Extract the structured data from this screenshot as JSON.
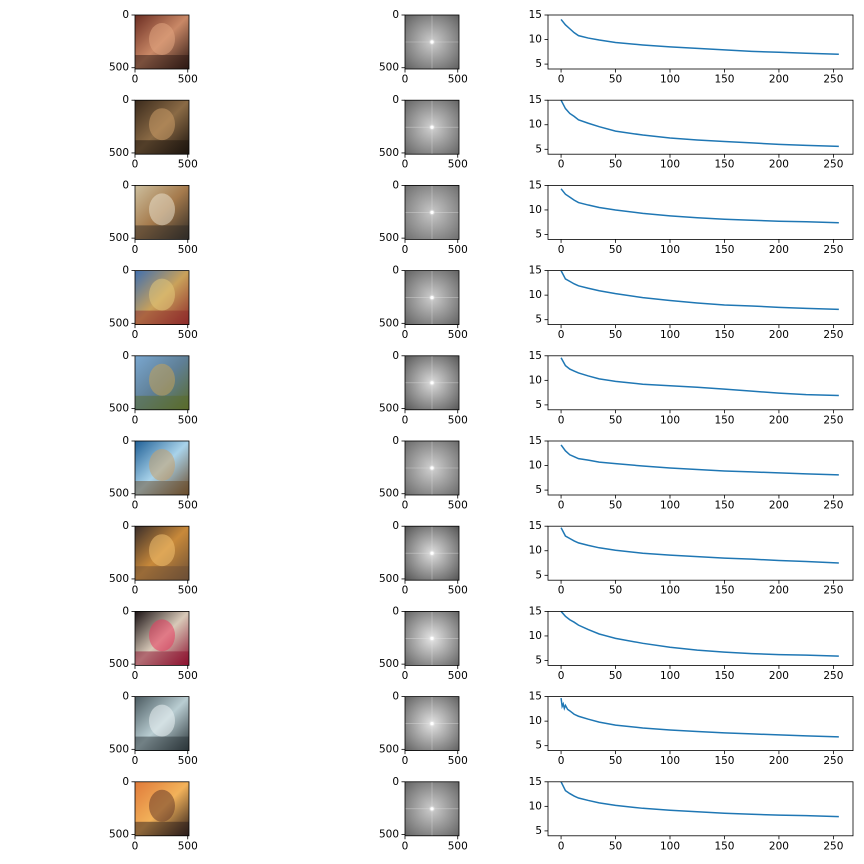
{
  "chart_data": {
    "type": "grid of image panels and line plots",
    "rows": 10,
    "image_panel": {
      "xticks": [
        "0",
        "500"
      ],
      "yticks": [
        "0",
        "500"
      ],
      "xlim": [
        0,
        512
      ],
      "ylim": [
        512,
        0
      ]
    },
    "spectrum_panel": {
      "xticks": [
        "0",
        "500"
      ],
      "yticks": [
        "0",
        "500"
      ],
      "xlim": [
        0,
        512
      ],
      "ylim": [
        512,
        0
      ]
    },
    "line_panel": {
      "type": "line",
      "color": "#1f77b4",
      "xlim": [
        -12,
        268
      ],
      "xticks": [
        0,
        50,
        100,
        150,
        200,
        250
      ],
      "grid": false
    },
    "image_palettes": [
      [
        "#6b2d22",
        "#c98866",
        "#2b1713",
        "#e0a47f"
      ],
      [
        "#3a2a1c",
        "#8a6a45",
        "#1c140e",
        "#c89a66"
      ],
      [
        "#cdbf9e",
        "#a57a4c",
        "#2e2a26",
        "#e7dfcb"
      ],
      [
        "#3f6fb0",
        "#c9a15a",
        "#8e2a2a",
        "#e1c77a"
      ],
      [
        "#7aa7d0",
        "#5f7f96",
        "#5a6b2a",
        "#c3a35a"
      ],
      [
        "#1f5f96",
        "#a9d3ea",
        "#6a4b2a",
        "#c7a06b"
      ],
      [
        "#3a2e2a",
        "#c8893a",
        "#6b4e36",
        "#f0c070"
      ],
      [
        "#1a1214",
        "#d8c9b8",
        "#8c0f2e",
        "#e83a5e"
      ],
      [
        "#4a5a60",
        "#b9cdd2",
        "#2a3438",
        "#e9f1f2"
      ],
      [
        "#e07a3a",
        "#f2b25a",
        "#2a1c1a",
        "#6a3c2a"
      ]
    ],
    "series": [
      {
        "ylim": [
          4,
          15
        ],
        "yticks": [
          5,
          10,
          15
        ],
        "x": [
          0,
          4,
          8,
          12,
          16,
          25,
          35,
          50,
          75,
          100,
          125,
          150,
          175,
          200,
          225,
          255
        ],
        "y": [
          14.1,
          13.0,
          12.2,
          11.4,
          10.8,
          10.3,
          9.9,
          9.4,
          8.9,
          8.5,
          8.2,
          7.9,
          7.6,
          7.4,
          7.2,
          7.0
        ]
      },
      {
        "ylim": [
          4,
          15
        ],
        "yticks": [
          5,
          10,
          15
        ],
        "x": [
          0,
          4,
          8,
          12,
          16,
          25,
          35,
          50,
          75,
          100,
          125,
          150,
          175,
          200,
          225,
          255
        ],
        "y": [
          15.0,
          13.3,
          12.3,
          11.7,
          11.0,
          10.3,
          9.6,
          8.7,
          7.9,
          7.3,
          6.9,
          6.6,
          6.3,
          6.0,
          5.8,
          5.6
        ]
      },
      {
        "ylim": [
          4,
          15
        ],
        "yticks": [
          5,
          10,
          15
        ],
        "x": [
          0,
          4,
          8,
          12,
          16,
          25,
          35,
          50,
          75,
          100,
          125,
          150,
          175,
          200,
          225,
          255
        ],
        "y": [
          14.3,
          13.2,
          12.6,
          12.0,
          11.5,
          11.0,
          10.5,
          10.0,
          9.3,
          8.8,
          8.4,
          8.1,
          7.9,
          7.7,
          7.6,
          7.4
        ]
      },
      {
        "ylim": [
          4,
          15
        ],
        "yticks": [
          5,
          10,
          15
        ],
        "x": [
          0,
          4,
          8,
          12,
          16,
          25,
          35,
          50,
          75,
          100,
          125,
          150,
          175,
          200,
          225,
          255
        ],
        "y": [
          15.0,
          13.3,
          12.8,
          12.3,
          11.9,
          11.4,
          10.9,
          10.3,
          9.5,
          8.9,
          8.4,
          8.0,
          7.8,
          7.5,
          7.3,
          7.1
        ]
      },
      {
        "ylim": [
          4,
          15
        ],
        "yticks": [
          5,
          10,
          15
        ],
        "x": [
          0,
          4,
          8,
          12,
          16,
          25,
          35,
          50,
          75,
          100,
          125,
          150,
          175,
          200,
          225,
          255
        ],
        "y": [
          14.6,
          13.0,
          12.3,
          11.9,
          11.5,
          10.9,
          10.3,
          9.8,
          9.2,
          8.9,
          8.6,
          8.2,
          7.8,
          7.4,
          7.1,
          6.9
        ]
      },
      {
        "ylim": [
          4,
          15
        ],
        "yticks": [
          5,
          10,
          15
        ],
        "x": [
          0,
          4,
          8,
          12,
          16,
          25,
          35,
          50,
          75,
          100,
          125,
          150,
          175,
          200,
          225,
          255
        ],
        "y": [
          14.2,
          13.0,
          12.2,
          11.8,
          11.4,
          11.1,
          10.7,
          10.4,
          9.9,
          9.5,
          9.2,
          8.9,
          8.7,
          8.5,
          8.3,
          8.1
        ]
      },
      {
        "ylim": [
          4,
          15
        ],
        "yticks": [
          5,
          10,
          15
        ],
        "x": [
          0,
          4,
          8,
          12,
          16,
          25,
          35,
          50,
          75,
          100,
          125,
          150,
          175,
          200,
          225,
          255
        ],
        "y": [
          14.7,
          13.0,
          12.5,
          12.0,
          11.6,
          11.1,
          10.6,
          10.1,
          9.5,
          9.1,
          8.8,
          8.5,
          8.3,
          8.0,
          7.8,
          7.5
        ]
      },
      {
        "ylim": [
          4,
          15
        ],
        "yticks": [
          5,
          10,
          15
        ],
        "x": [
          0,
          4,
          8,
          12,
          16,
          25,
          35,
          50,
          75,
          100,
          125,
          150,
          175,
          200,
          225,
          255
        ],
        "y": [
          15.0,
          14.0,
          13.3,
          12.8,
          12.2,
          11.3,
          10.4,
          9.5,
          8.5,
          7.7,
          7.1,
          6.7,
          6.4,
          6.2,
          6.1,
          5.9
        ]
      },
      {
        "ylim": [
          4,
          15
        ],
        "yticks": [
          5,
          10,
          15
        ],
        "x": [
          0,
          1,
          2,
          3,
          4,
          6,
          8,
          12,
          16,
          25,
          35,
          50,
          75,
          100,
          125,
          150,
          175,
          200,
          225,
          255
        ],
        "y": [
          14.7,
          13.0,
          13.5,
          12.6,
          13.2,
          12.4,
          12.1,
          11.4,
          11.0,
          10.4,
          9.8,
          9.2,
          8.6,
          8.2,
          7.9,
          7.6,
          7.4,
          7.2,
          7.0,
          6.8
        ]
      },
      {
        "ylim": [
          4,
          15
        ],
        "yticks": [
          5,
          10,
          15
        ],
        "x": [
          0,
          4,
          8,
          12,
          16,
          25,
          35,
          50,
          75,
          100,
          125,
          150,
          175,
          200,
          225,
          255
        ],
        "y": [
          15.0,
          13.2,
          12.6,
          12.1,
          11.7,
          11.2,
          10.7,
          10.2,
          9.6,
          9.2,
          8.9,
          8.6,
          8.4,
          8.2,
          8.1,
          7.9
        ]
      }
    ]
  }
}
